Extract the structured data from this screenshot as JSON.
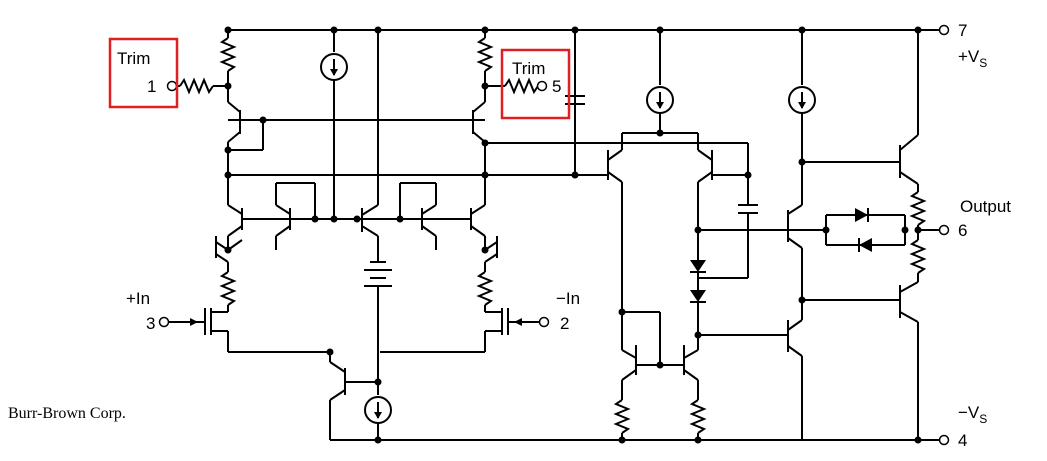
{
  "labels": {
    "trim_left": "Trim",
    "trim_left_pin": "1",
    "trim_right": "Trim",
    "trim_right_pin": "5",
    "pos_supply_pin": "7",
    "pos_supply_prefix": "+V",
    "pos_supply_sub": "S",
    "output_label": "Output",
    "output_pin": "6",
    "plus_in_label": "+In",
    "plus_in_pin": "3",
    "minus_in_label": "−In",
    "minus_in_pin": "2",
    "neg_supply_prefix": "−V",
    "neg_supply_sub": "S",
    "neg_supply_pin": "4",
    "credit": "Burr-Brown Corp."
  },
  "highlight_color": "#e02020"
}
